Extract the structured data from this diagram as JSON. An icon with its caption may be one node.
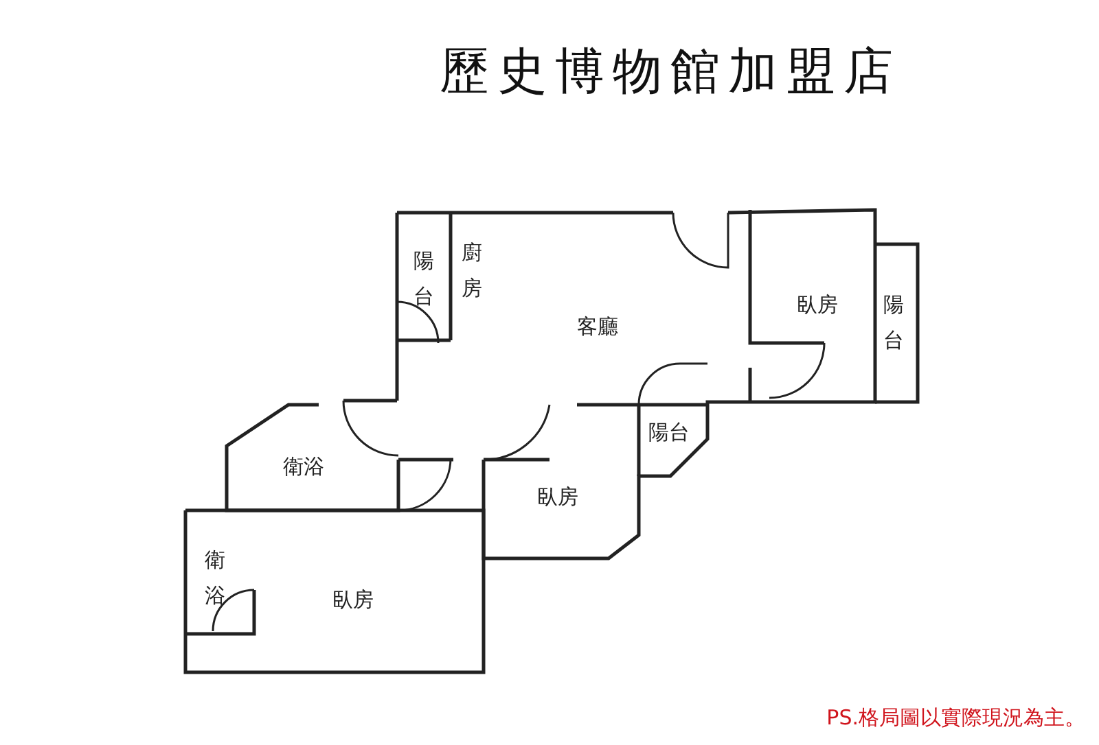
{
  "diagram": {
    "title": "歷史博物館加盟店",
    "nodes": [
      {
        "text": [
          "陽台"
        ]
      },
      {
        "text": [
          "廚房"
        ]
      },
      {
        "text": [
          "客廳"
        ]
      },
      {
        "text": [
          "臥房"
        ]
      },
      {
        "text": [
          "陽台"
        ]
      },
      {
        "text": [
          "陽台"
        ]
      },
      {
        "text": [
          "衛浴"
        ]
      },
      {
        "text": [
          "臥房"
        ]
      },
      {
        "text": [
          "衛浴"
        ]
      },
      {
        "text": [
          "臥房"
        ]
      }
    ],
    "labels": [
      "PS.格局圖以實際現況為主。"
    ]
  }
}
